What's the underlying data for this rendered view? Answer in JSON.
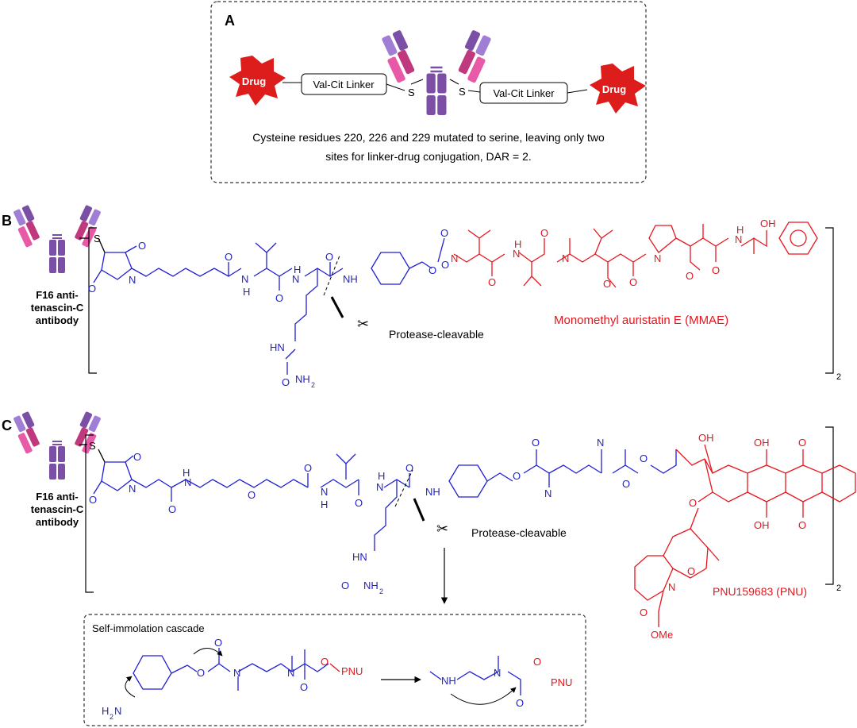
{
  "panel_a": {
    "letter": "A",
    "drug_label": "Drug",
    "linker_label": "Val-Cit Linker",
    "sulfur": "S",
    "caption_line1": "Cysteine residues 220, 226 and 229 mutated to serine, leaving only two",
    "caption_line2": "sites for linker-drug conjugation, DAR = 2."
  },
  "panel_b": {
    "letter": "B",
    "antibody_line1": "F16 anti-",
    "antibody_line2": "tenascin-C",
    "antibody_line3": "antibody",
    "cleavage_label": "Protease-cleavable",
    "payload_label": "Monomethyl auristatin E (MMAE)",
    "subscript": "2",
    "atoms": {
      "S": "S",
      "N": "N",
      "O": "O",
      "H": "H",
      "NH": "NH",
      "NH2": "NH",
      "HN": "HN",
      "OH": "OH",
      "two": "2"
    }
  },
  "panel_c": {
    "letter": "C",
    "antibody_line1": "F16 anti-",
    "antibody_line2": "tenascin-C",
    "antibody_line3": "antibody",
    "cleavage_label": "Protease-cleavable",
    "payload_label": "PNU159683 (PNU)",
    "subscript": "2",
    "ome": "OMe"
  },
  "cascade": {
    "title": "Self-immolation cascade",
    "pnu": "PNU",
    "h2n": "H",
    "nh": "NH"
  },
  "colors": {
    "linker_blue": "#1f1fd6",
    "payload_red": "#e8141c",
    "drug_red": "#dd1c1c",
    "purple": "#7b4fa5",
    "magenta": "#c0397f",
    "pink": "#e85aa7",
    "lavender": "#a07ed6"
  }
}
